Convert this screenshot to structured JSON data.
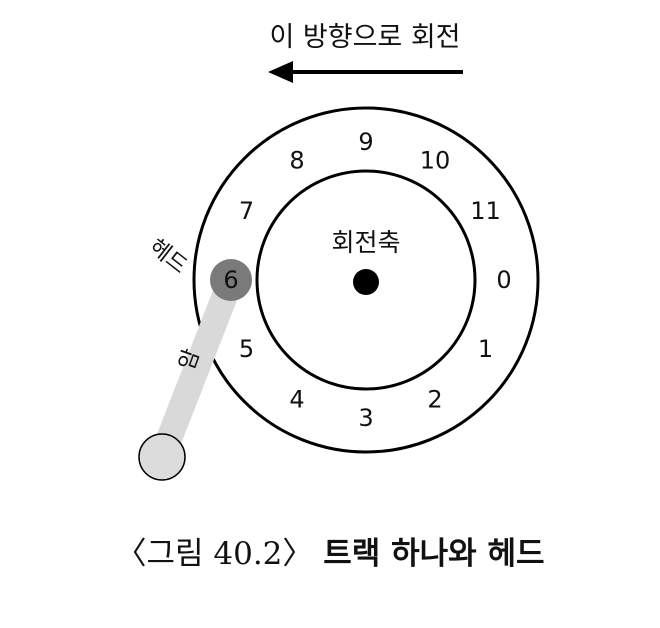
{
  "direction_label": "이 방향으로 회전",
  "axis_label": "회전축",
  "head_label": "헤드",
  "arm_label": "암",
  "sectors": [
    "0",
    "1",
    "2",
    "3",
    "4",
    "5",
    "6",
    "7",
    "8",
    "9",
    "10",
    "11"
  ],
  "head_sector": "6",
  "caption": {
    "prefix": "〈그림 40.2〉",
    "title": "트랙 하나와 헤드"
  },
  "colors": {
    "head_fill": "#7a7a7a",
    "arm_fill": "#d9d9d9",
    "arm_end_fill": "#dcdcdc",
    "stroke": "#000000"
  }
}
